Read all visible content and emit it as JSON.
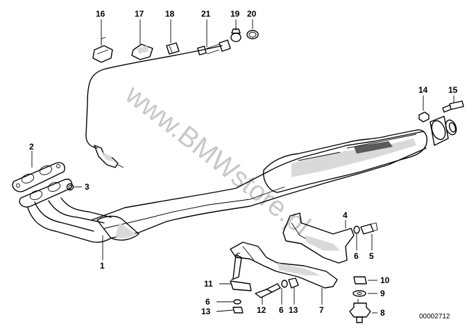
{
  "diagram": {
    "watermark": "www.BMWstore.pl",
    "drawing_code": "00002712",
    "callouts": [
      {
        "id": "c1",
        "label": "1"
      },
      {
        "id": "c2",
        "label": "2"
      },
      {
        "id": "c3",
        "label": "3"
      },
      {
        "id": "c4",
        "label": "4"
      },
      {
        "id": "c5",
        "label": "5"
      },
      {
        "id": "c6a",
        "label": "6"
      },
      {
        "id": "c6b",
        "label": "6"
      },
      {
        "id": "c6c",
        "label": "6"
      },
      {
        "id": "c7",
        "label": "7"
      },
      {
        "id": "c8",
        "label": "8"
      },
      {
        "id": "c9",
        "label": "9"
      },
      {
        "id": "c10",
        "label": "10"
      },
      {
        "id": "c11",
        "label": "11"
      },
      {
        "id": "c12",
        "label": "12"
      },
      {
        "id": "c13a",
        "label": "13"
      },
      {
        "id": "c13b",
        "label": "13"
      },
      {
        "id": "c14",
        "label": "14"
      },
      {
        "id": "c15",
        "label": "15"
      },
      {
        "id": "c16",
        "label": "16"
      },
      {
        "id": "c17",
        "label": "17"
      },
      {
        "id": "c18",
        "label": "18"
      },
      {
        "id": "c19",
        "label": "19"
      },
      {
        "id": "c20",
        "label": "20"
      },
      {
        "id": "c21",
        "label": "21"
      }
    ]
  }
}
